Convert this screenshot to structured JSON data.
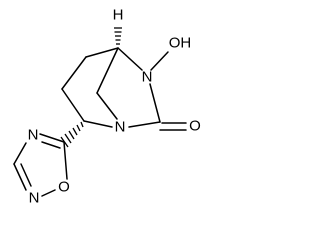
{
  "molecule": {
    "atom_labels": {
      "h_bridgehead": "H",
      "n_amide": "N",
      "oh_group": "OH",
      "n_bridgehead": "N",
      "o_carbonyl": "O",
      "n_ring_top": "N",
      "n_ring_bottom": "N",
      "o_ring": "O"
    }
  }
}
